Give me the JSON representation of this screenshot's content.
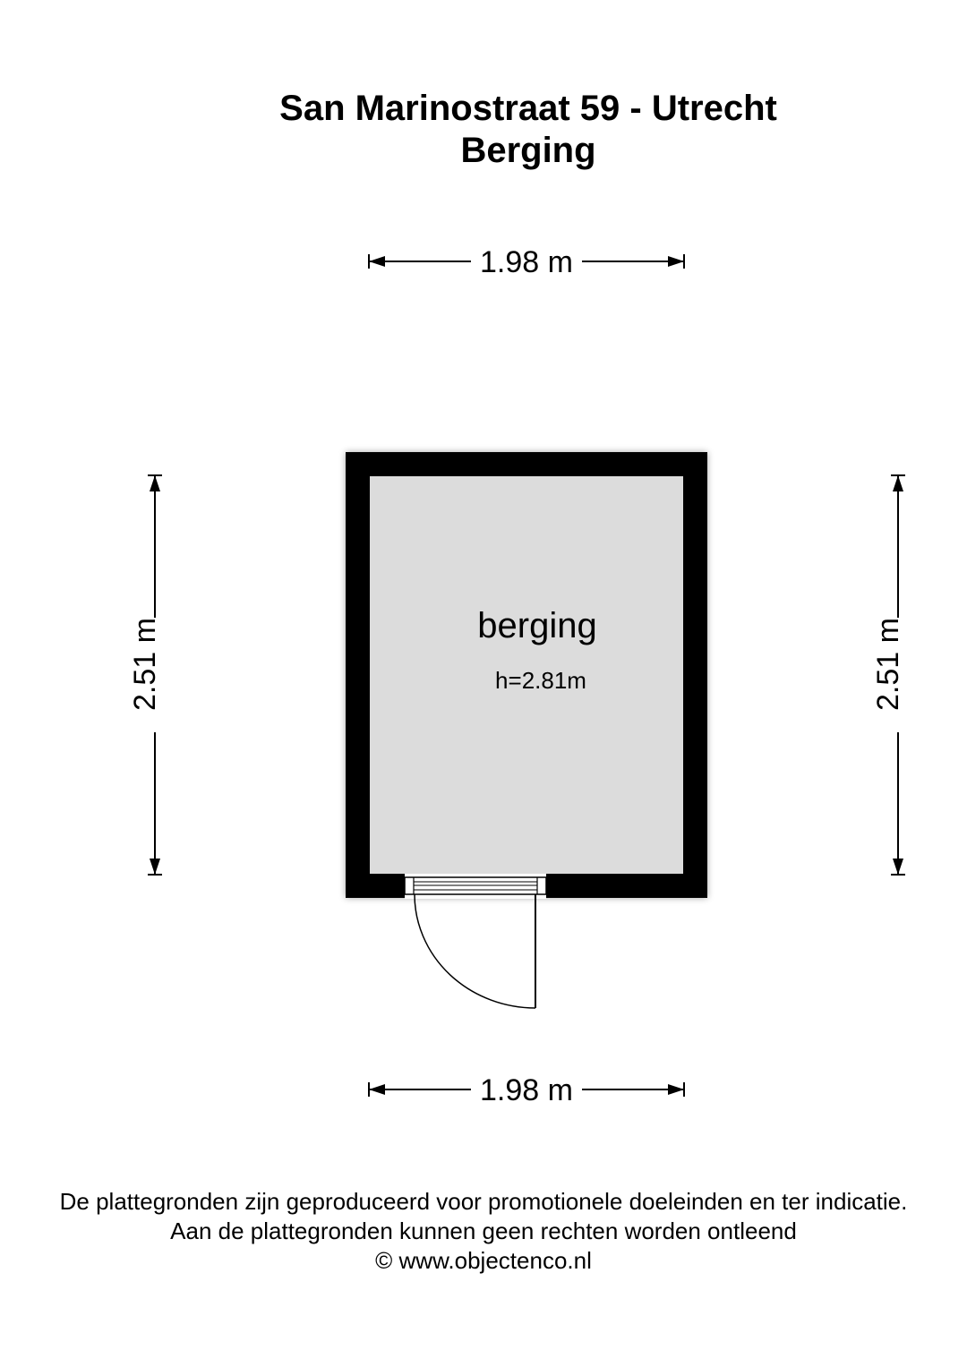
{
  "header": {
    "title": "San Marinostraat 59 - Utrecht",
    "subtitle": "Berging"
  },
  "floorplan": {
    "room": {
      "name": "berging",
      "height_label": "h=2.81m"
    },
    "dimensions": {
      "top_width": "1.98 m",
      "bottom_width": "1.98 m",
      "left_length": "2.51 m",
      "right_length": "2.51 m"
    },
    "colors": {
      "wall": "#000000",
      "floor": "#dcdcdc"
    }
  },
  "footer": {
    "line1": "De plattegronden zijn geproduceerd voor promotionele doeleinden en ter indicatie.",
    "line2": "Aan de plattegronden kunnen geen rechten worden ontleend",
    "copyright": "© www.objectenco.nl"
  }
}
